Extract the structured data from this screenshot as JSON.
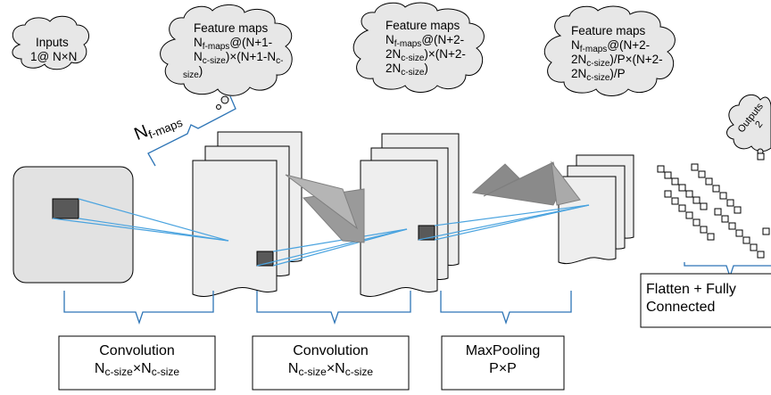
{
  "clouds": {
    "inputs": {
      "line1": "Inputs",
      "line2": "1@ N×N"
    },
    "fmap1": {
      "title": "Feature maps",
      "n": "N",
      "n_sub": "f-maps",
      "a": "@(N+1-",
      "b": "N",
      "b_sub": "c-size",
      "c": ")×(N+1-N",
      "c_sub": "c-",
      "d": "size",
      "e": ")"
    },
    "fmap2": {
      "title": "Feature maps",
      "n": "N",
      "n_sub": "f-maps",
      "a": "@(N+2-",
      "b": "2N",
      "b_sub": "c-size",
      "c": ")×(N+2-",
      "d": "2N",
      "d_sub": "c-size",
      "e": ")"
    },
    "fmap3": {
      "title": "Feature maps",
      "n": "N",
      "n_sub": "f-maps",
      "a": "@(N+2-",
      "b": "2N",
      "b_sub": "c-size",
      "c": ")/P×(N+2-",
      "d": "2N",
      "d_sub": "c-size",
      "e": ")/P"
    },
    "outputs": {
      "line1": "Outputs",
      "line2": "2"
    }
  },
  "nfmaps_label": {
    "n": "N",
    "sub": "f-maps"
  },
  "boxes": {
    "conv1": {
      "line1": "Convolution",
      "n1": "N",
      "s1": "c-size",
      "x": "×",
      "n2": "N",
      "s2": "c-size"
    },
    "conv2": {
      "line1": "Convolution",
      "n1": "N",
      "s1": "c-size",
      "x": "×",
      "n2": "N",
      "s2": "c-size"
    },
    "pool": {
      "line1": "MaxPooling",
      "line2": "P×P"
    },
    "fc": {
      "line1": "Flatten + Fully",
      "line2": "Connected"
    }
  },
  "colors": {
    "page_fill": "#eeeeee",
    "page_stroke": "#000000",
    "kernel_fill": "#595959",
    "line": "#4aa3df",
    "brace": "#2e75b6",
    "fan": "#7f7f7f"
  }
}
